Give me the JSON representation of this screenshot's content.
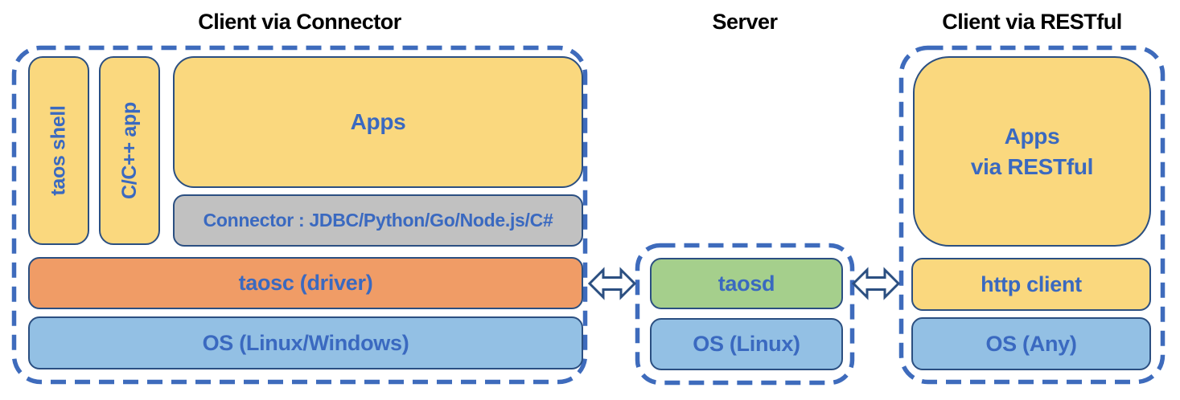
{
  "diagram": {
    "titles": {
      "left": "Client via Connector",
      "middle": "Server",
      "right": "Client via RESTful"
    },
    "boxes": {
      "taos_shell": "taos shell",
      "cpp_app": "C/C++ app",
      "apps": "Apps",
      "connector": "Connector : JDBC/Python/Go/Node.js/C#",
      "taosc": "taosc (driver)",
      "os_client": "OS (Linux/Windows)",
      "taosd": "taosd",
      "os_server": "OS (Linux)",
      "apps_restful_line1": "Apps",
      "apps_restful_line2": "via RESTful",
      "http_client": "http client",
      "os_rest": "OS (Any)"
    },
    "connections": {
      "left_link": "double-headed arrow between client-via-connector and server",
      "right_link": "double-headed arrow between server and client-via-restful"
    }
  },
  "colors": {
    "yellow": "#FAD87E",
    "gray": "#C1C1C1",
    "orange": "#F09C66",
    "blue": "#93C0E4",
    "green": "#A5CF8C",
    "box_border": "#2B4F81",
    "dash_border": "#3E6BBC",
    "label_blue": "#3A69C0",
    "title_black": "#000000",
    "arrow_fill": "#FFFFFF"
  }
}
